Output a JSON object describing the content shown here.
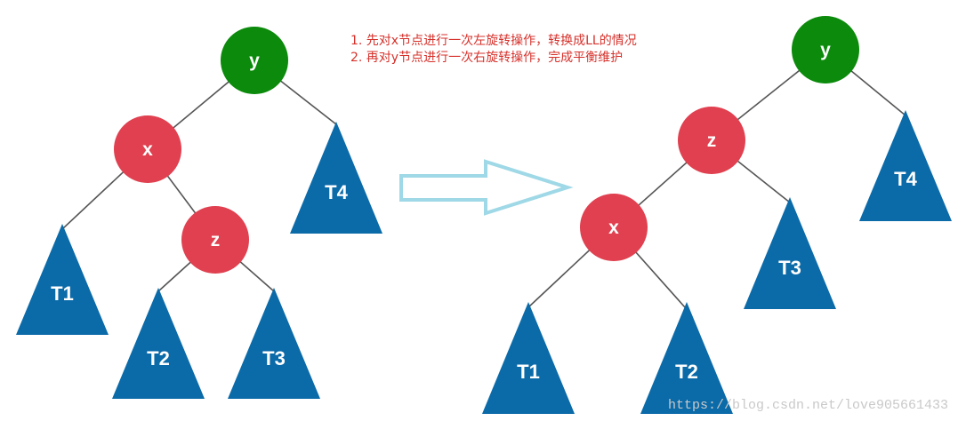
{
  "colors": {
    "node_root": "#0b8a0b",
    "node_red": "#e0404f",
    "subtree": "#0b6aa8",
    "edge": "#555555",
    "arrow_stroke": "#9fd8e6",
    "note_text": "#d6312b"
  },
  "notes": [
    "1. 先对x节点进行一次左旋转操作，转换成LL的情况",
    "2. 再对y节点进行一次右旋转操作，完成平衡维护"
  ],
  "watermark": "https://blog.csdn.net/love905661433",
  "before": {
    "nodes": {
      "y": "y",
      "x": "x",
      "z": "z"
    },
    "subtrees": {
      "t1": "T1",
      "t2": "T2",
      "t3": "T3",
      "t4": "T4"
    }
  },
  "after": {
    "nodes": {
      "y": "y",
      "z": "z",
      "x": "x"
    },
    "subtrees": {
      "t1": "T1",
      "t2": "T2",
      "t3": "T3",
      "t4": "T4"
    }
  }
}
